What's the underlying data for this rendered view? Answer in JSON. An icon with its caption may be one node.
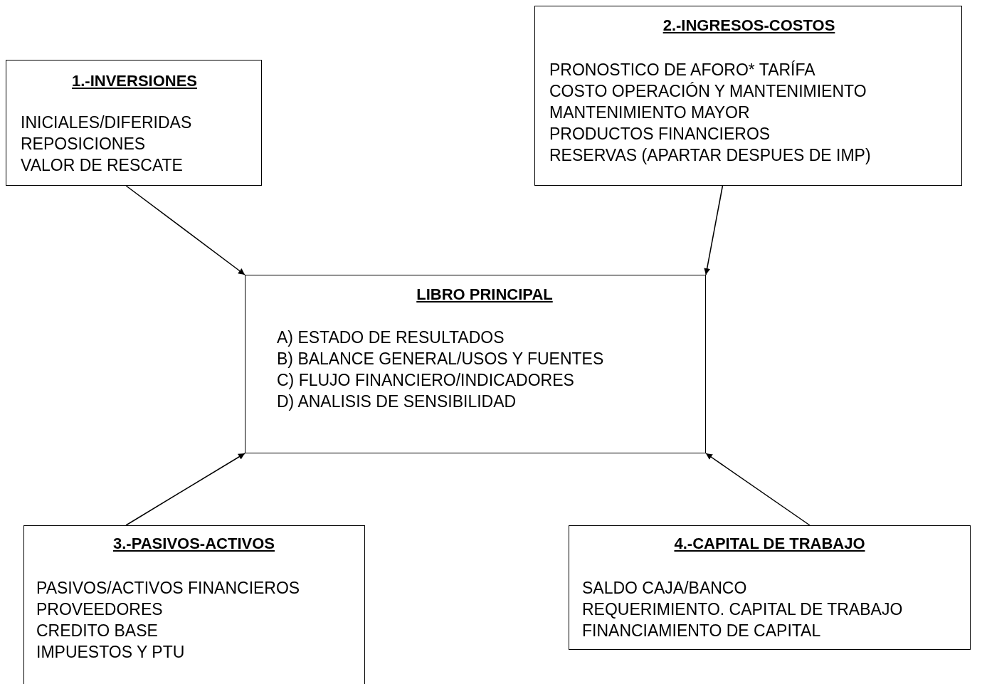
{
  "diagram": {
    "nodes": [
      {
        "text": [
          "1.-INVERSIONES",
          "INICIALES/DIFERIDAS",
          "REPOSICIONES",
          "VALOR DE RESCATE"
        ]
      },
      {
        "text": [
          "2.-INGRESOS-COSTOS",
          "PRONOSTICO DE AFORO* TARÍFA",
          "COSTO OPERACIÓN Y MANTENIMIENTO",
          "MANTENIMIENTO MAYOR",
          "PRODUCTOS FINANCIEROS",
          "RESERVAS (APARTAR DESPUES DE IMP)"
        ]
      },
      {
        "text": [
          "LIBRO PRINCIPAL",
          "A) ESTADO DE RESULTADOS",
          "B) BALANCE GENERAL/USOS Y FUENTES",
          "C) FLUJO FINANCIERO/INDICADORES",
          "D) ANALISIS DE SENSIBILIDAD"
        ]
      },
      {
        "text": [
          "3.-PASIVOS-ACTIVOS",
          "PASIVOS/ACTIVOS FINANCIEROS",
          "PROVEEDORES",
          "CREDITO BASE",
          "IMPUESTOS Y PTU"
        ]
      },
      {
        "text": [
          "4.-CAPITAL DE TRABAJO",
          "SALDO CAJA/BANCO",
          "REQUERIMIENTO. CAPITAL DE TRABAJO",
          "FINANCIAMIENTO DE CAPITAL"
        ]
      }
    ],
    "edges": [
      {
        "from": 0,
        "to": 2,
        "arrow": "to"
      },
      {
        "from": 1,
        "to": 2,
        "arrow": "to"
      },
      {
        "from": 3,
        "to": 2,
        "arrow": "to"
      },
      {
        "from": 4,
        "to": 2,
        "arrow": "to"
      }
    ]
  }
}
